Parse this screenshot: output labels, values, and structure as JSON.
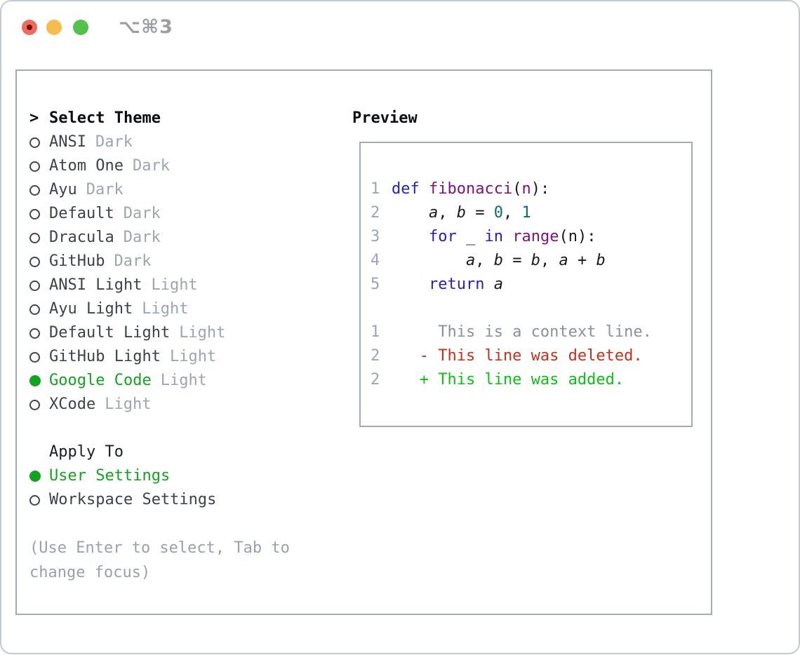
{
  "window": {
    "title": "⌥⌘3"
  },
  "colors": {
    "accent_green": "#12a41f",
    "traffic_red": "#ee6a5e",
    "traffic_yellow": "#f5bd4e",
    "traffic_green": "#53c14e",
    "syntax_keyword": "#2323b2",
    "syntax_function": "#7d117d",
    "syntax_number": "#106a6a",
    "diff_deleted": "#c4301b",
    "diff_added": "#0fbe16",
    "muted_gray": "#9ba6b2"
  },
  "theme_panel": {
    "header": {
      "prompt": ">",
      "label": "Select Theme"
    },
    "themes": [
      {
        "name": "ANSI",
        "variant": "Dark",
        "selected": false
      },
      {
        "name": "Atom One",
        "variant": "Dark",
        "selected": false
      },
      {
        "name": "Ayu",
        "variant": "Dark",
        "selected": false
      },
      {
        "name": "Default",
        "variant": "Dark",
        "selected": false
      },
      {
        "name": "Dracula",
        "variant": "Dark",
        "selected": false
      },
      {
        "name": "GitHub",
        "variant": "Dark",
        "selected": false
      },
      {
        "name": "ANSI Light",
        "variant": "Light",
        "selected": false
      },
      {
        "name": "Ayu Light",
        "variant": "Light",
        "selected": false
      },
      {
        "name": "Default Light",
        "variant": "Light",
        "selected": false
      },
      {
        "name": "GitHub Light",
        "variant": "Light",
        "selected": false
      },
      {
        "name": "Google Code",
        "variant": "Light",
        "selected": true
      },
      {
        "name": "XCode",
        "variant": "Light",
        "selected": false
      }
    ],
    "apply_to": {
      "label": "Apply To",
      "options": [
        {
          "label": "User Settings",
          "selected": true
        },
        {
          "label": "Workspace Settings",
          "selected": false
        }
      ]
    },
    "help_text": "(Use Enter to select, Tab to change focus)"
  },
  "preview": {
    "label": "Preview",
    "code_lines": [
      {
        "num": "1",
        "tokens": [
          {
            "t": "def",
            "c": "kw"
          },
          {
            "t": " ",
            "c": "pl"
          },
          {
            "t": "fibonacci",
            "c": "fn"
          },
          {
            "t": "(",
            "c": "pl"
          },
          {
            "t": "n",
            "c": "fn"
          },
          {
            "t": "):",
            "c": "pl"
          }
        ]
      },
      {
        "num": "2",
        "tokens": [
          {
            "t": "    ",
            "c": "pl"
          },
          {
            "t": "a",
            "c": "var"
          },
          {
            "t": ", ",
            "c": "pl"
          },
          {
            "t": "b",
            "c": "var"
          },
          {
            "t": " = ",
            "c": "pl"
          },
          {
            "t": "0",
            "c": "num"
          },
          {
            "t": ", ",
            "c": "pl"
          },
          {
            "t": "1",
            "c": "num"
          }
        ]
      },
      {
        "num": "3",
        "tokens": [
          {
            "t": "    ",
            "c": "pl"
          },
          {
            "t": "for",
            "c": "kw"
          },
          {
            "t": " _ ",
            "c": "pl"
          },
          {
            "t": "in",
            "c": "kw"
          },
          {
            "t": " ",
            "c": "pl"
          },
          {
            "t": "range",
            "c": "fn"
          },
          {
            "t": "(n):",
            "c": "pl"
          }
        ]
      },
      {
        "num": "4",
        "tokens": [
          {
            "t": "        ",
            "c": "pl"
          },
          {
            "t": "a",
            "c": "var"
          },
          {
            "t": ", ",
            "c": "pl"
          },
          {
            "t": "b",
            "c": "var"
          },
          {
            "t": " = ",
            "c": "pl"
          },
          {
            "t": "b",
            "c": "var"
          },
          {
            "t": ", ",
            "c": "pl"
          },
          {
            "t": "a",
            "c": "var"
          },
          {
            "t": " + ",
            "c": "pl"
          },
          {
            "t": "b",
            "c": "var"
          }
        ]
      },
      {
        "num": "5",
        "tokens": [
          {
            "t": "    ",
            "c": "pl"
          },
          {
            "t": "return",
            "c": "kw"
          },
          {
            "t": " ",
            "c": "pl"
          },
          {
            "t": "a",
            "c": "var"
          }
        ]
      }
    ],
    "diff_lines": [
      {
        "num": "1",
        "kind": "context",
        "text": "     This is a context line."
      },
      {
        "num": "2",
        "kind": "deleted",
        "text": "   - This line was deleted."
      },
      {
        "num": "2",
        "kind": "added",
        "text": "   + This line was added."
      }
    ]
  }
}
